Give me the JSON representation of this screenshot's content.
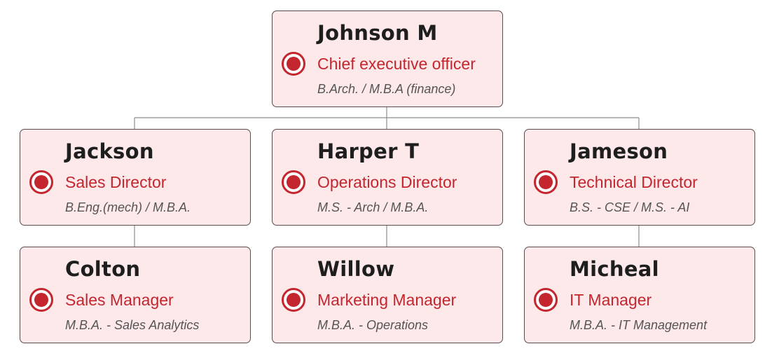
{
  "org_chart": {
    "root": {
      "name": "Johnson M",
      "role": "Chief executive officer",
      "education": "B.Arch. / M.B.A (finance)",
      "icon": "target-icon"
    },
    "directors": [
      {
        "name": "Jackson",
        "role": "Sales Director",
        "education": "B.Eng.(mech) / M.B.A.",
        "icon": "target-icon",
        "report": {
          "name": "Colton",
          "role": "Sales Manager",
          "education": "M.B.A. - Sales Analytics",
          "icon": "target-icon"
        }
      },
      {
        "name": "Harper T",
        "role": "Operations Director",
        "education": "M.S. - Arch / M.B.A.",
        "icon": "target-icon",
        "report": {
          "name": "Willow",
          "role": "Marketing Manager",
          "education": "M.B.A. - Operations",
          "icon": "target-icon"
        }
      },
      {
        "name": "Jameson",
        "role": "Technical Director",
        "education": "B.S. - CSE / M.S. - AI",
        "icon": "target-icon",
        "report": {
          "name": "Micheal",
          "role": "IT Manager",
          "education": "M.B.A. - IT Management",
          "icon": "target-icon"
        }
      }
    ],
    "colors": {
      "card_background": "#fde8ea",
      "card_border": "#5a4b4d",
      "accent": "#c4262e",
      "name_text": "#1e1e1e",
      "education_text": "#555555",
      "connector": "#8a8a8a"
    }
  }
}
